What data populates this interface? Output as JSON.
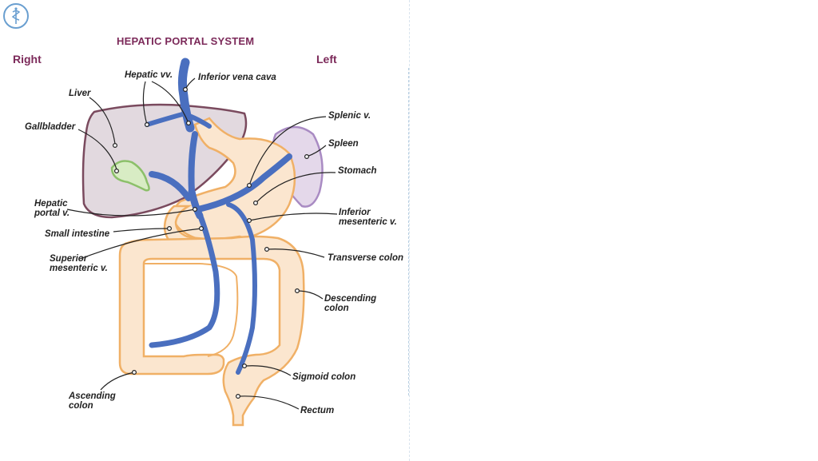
{
  "title": "HEPATIC PORTAL SYSTEM",
  "orientation": {
    "right": "Right",
    "left": "Left"
  },
  "labels": {
    "hepatic_vv": "Hepatic vv.",
    "inferior_vena_cava": "Inferior vena cava",
    "liver": "Liver",
    "gallbladder": "Gallbladder",
    "hepatic_portal_v_line1": "Hepatic",
    "hepatic_portal_v_line2": "portal v.",
    "small_intestine": "Small intestine",
    "superior_mesenteric_v_line1": "Superior",
    "superior_mesenteric_v_line2": "mesenteric v.",
    "ascending_colon_line1": "Ascending",
    "ascending_colon_line2": "colon",
    "splenic_v": "Splenic v.",
    "spleen": "Spleen",
    "stomach": "Stomach",
    "inferior_mesenteric_v_line1": "Inferior",
    "inferior_mesenteric_v_line2": "mesenteric v.",
    "transverse_colon": "Transverse colon",
    "descending_colon_line1": "Descending",
    "descending_colon_line2": "colon",
    "sigmoid_colon": "Sigmoid colon",
    "rectum": "Rectum"
  },
  "colors": {
    "title": "#7c2a5a",
    "vein": "#4a6fbf",
    "liver_fill": "#e2d9df",
    "liver_stroke": "#7a4a5e",
    "gut_fill": "#fbe6cf",
    "gut_stroke": "#f0b066",
    "spleen_fill": "#e4d8ea",
    "spleen_stroke": "#a98bc3",
    "gallbladder_fill": "#d8ecc4",
    "gallbladder_stroke": "#8cc06a",
    "logo": "#6a9fd0"
  },
  "icons": {
    "logo": "caduceus-logo-icon"
  }
}
